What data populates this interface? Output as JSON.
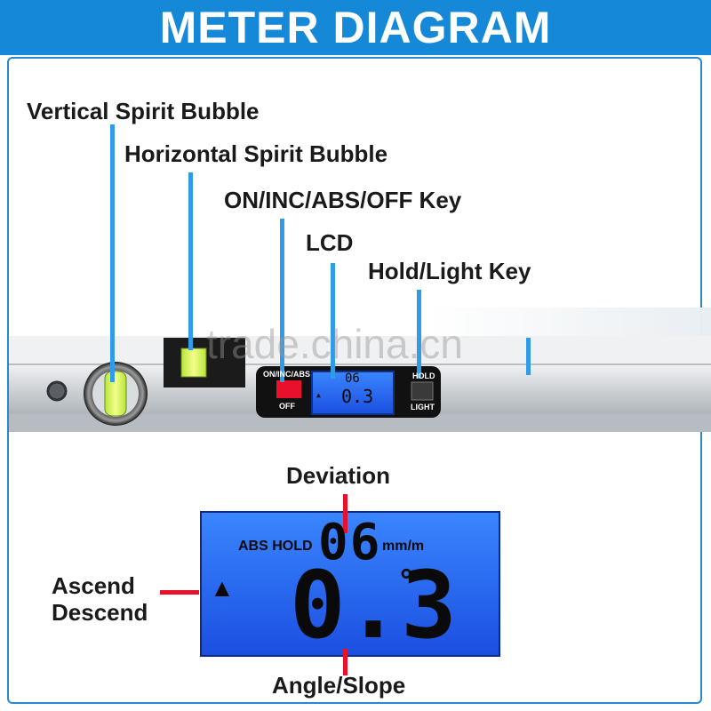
{
  "header": {
    "title": "METER DIAGRAM"
  },
  "labels": {
    "vertical_bubble": "Vertical Spirit Bubble",
    "horizontal_bubble": "Horizontal Spirit Bubble",
    "on_key": "ON/INC/ABS/OFF Key",
    "lcd": "LCD",
    "hold_key": "Hold/Light Key",
    "deviation": "Deviation",
    "ascend": "Ascend",
    "descend": "Descend",
    "angle_slope": "Angle/Slope"
  },
  "device": {
    "on_key_top": "ON/INC/ABS",
    "on_key_bottom": "OFF",
    "hold_key_top": "HOLD",
    "hold_key_bottom": "LIGHT"
  },
  "lcd": {
    "mode": "ABS HOLD",
    "deviation_value": "06",
    "deviation_unit": "mm/m",
    "angle_value": "0.3",
    "degree_symbol": "°",
    "direction_symbol": "▲"
  },
  "watermark": "trade.china.cn",
  "colors": {
    "header": "#1688d8",
    "pointer": "#2f9be9",
    "marker": "#e8102a",
    "lcd": "#1f5ee8"
  }
}
